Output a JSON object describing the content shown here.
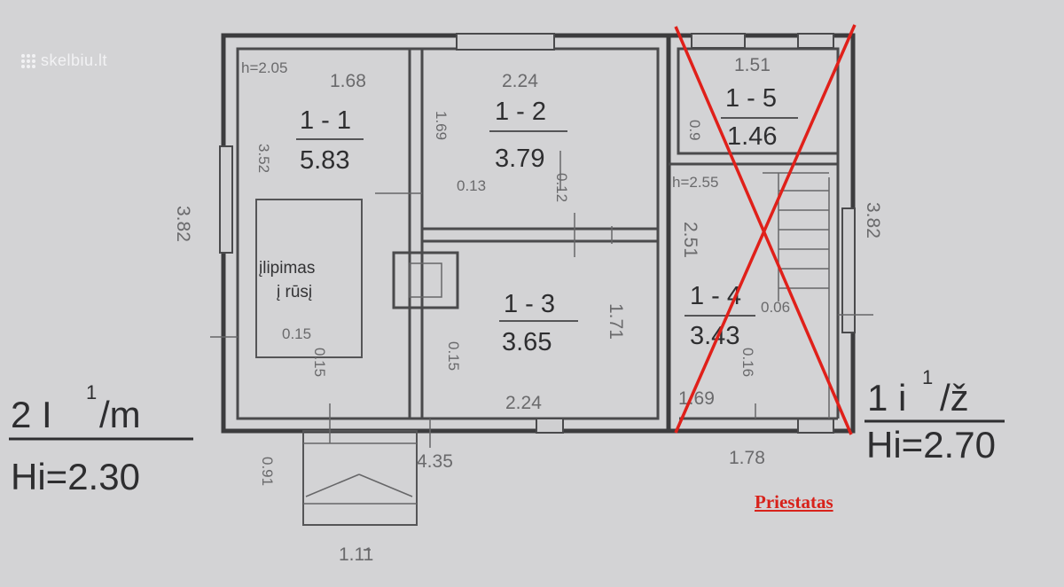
{
  "watermark": {
    "text": "skelbiu.lt",
    "icon": "dots-grid-icon"
  },
  "rooms": [
    {
      "id": "1 - 1",
      "area": "5.83"
    },
    {
      "id": "1 - 2",
      "area": "3.79"
    },
    {
      "id": "1 - 3",
      "area": "3.65"
    },
    {
      "id": "1 - 4",
      "area": "3.43"
    },
    {
      "id": "1 - 5",
      "area": "1.46"
    }
  ],
  "heights": {
    "room_1_1": "h=2.05",
    "room_1_4": "h=2.55"
  },
  "dimensions": {
    "r11_top": "1.68",
    "r11_side": "3.52",
    "r12_top": "2.24",
    "r12_side": "1.69",
    "r12_wall": "0.13",
    "r12_wall2": "0.12",
    "r13_side": "1.71",
    "r13_wall": "0.15",
    "r13_bottom": "2.24",
    "r14_side": "2.51",
    "r14_wall": "0.06",
    "r14_wall2": "0.16",
    "r14_bottom": "1.69",
    "r15_top": "1.51",
    "r15_side": "0.9",
    "left_total": "3.82",
    "right_total": "3.82",
    "bottom_main": "4.35",
    "bottom_addon": "1.78",
    "entrance_width": "1.11",
    "entrance_depth": "0.91",
    "hatch_wall": "0.15",
    "hatch_wall2": "0.15"
  },
  "hatch_label": {
    "line1": "įlipimas",
    "line2": "į rūsį"
  },
  "legend_left": {
    "main": "2 I",
    "sup": "1",
    "suffix": "/m",
    "height": "Hi=2.30"
  },
  "legend_right": {
    "main": "1 i",
    "sup": "1",
    "suffix": "/ž",
    "height": "Hi=2.70"
  },
  "annotation": {
    "text": "Priestatas",
    "color": "#d8221b"
  }
}
